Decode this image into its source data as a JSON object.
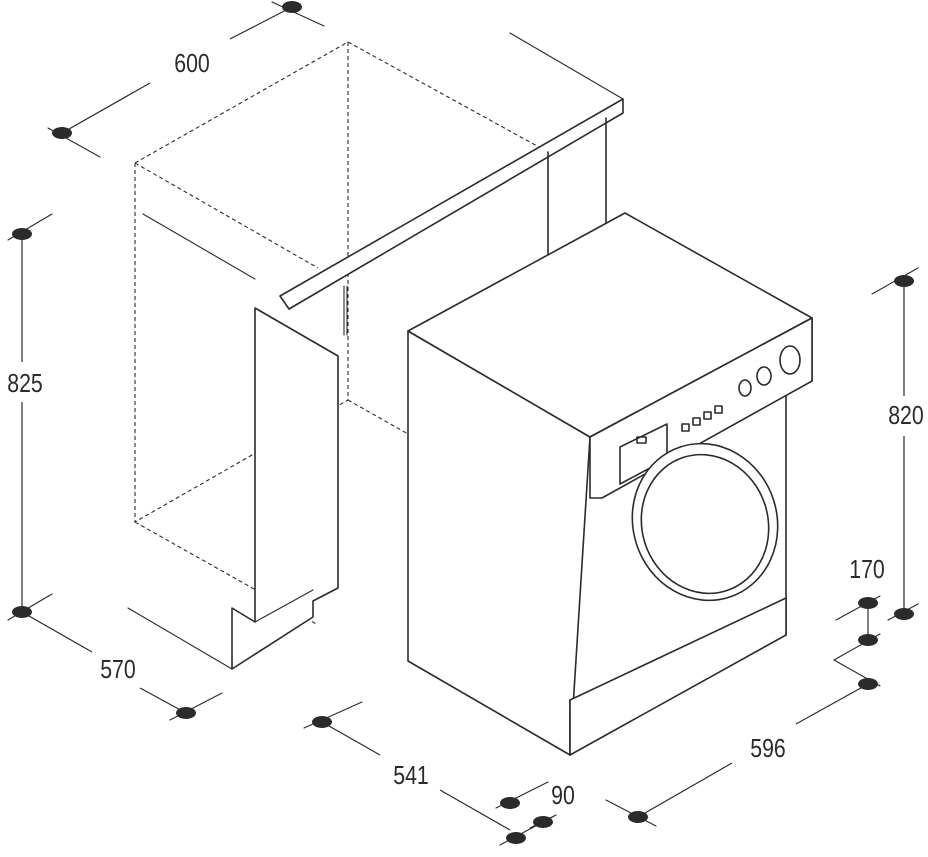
{
  "dimensions": {
    "cabinet_width": "600",
    "cabinet_height": "825",
    "cabinet_depth": "570",
    "machine_depth": "541",
    "plinth_depth": "90",
    "machine_width": "596",
    "machine_height": "820",
    "plinth_height": "170"
  }
}
